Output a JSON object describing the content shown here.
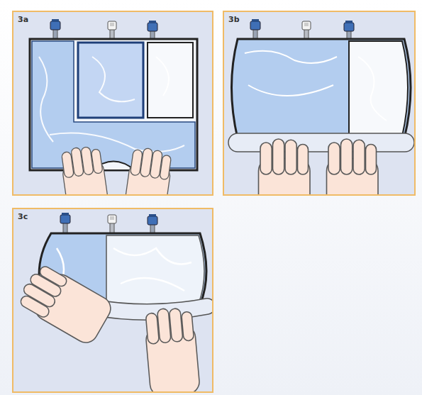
{
  "diagram": {
    "nodes": [
      {
        "text": [
          "3a"
        ]
      },
      {
        "text": [
          "3b"
        ]
      },
      {
        "text": [
          "3c"
        ]
      }
    ]
  }
}
